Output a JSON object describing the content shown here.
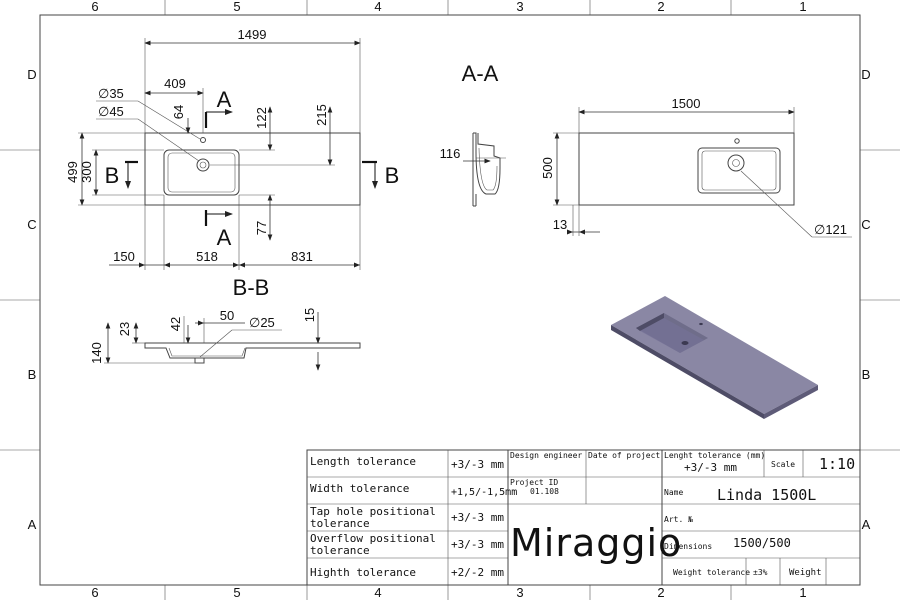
{
  "border_labels": {
    "top_numbers": [
      "6",
      "5",
      "4",
      "3",
      "2",
      "1"
    ],
    "side_letters": [
      "D",
      "C",
      "B",
      "A"
    ]
  },
  "top_view": {
    "dims": {
      "overall_length": "1499",
      "tap_offset": "409",
      "tap_hole_dia": "∅35",
      "overflow_dia": "∅45",
      "d64": "64",
      "d122": "122",
      "d215": "215",
      "depth_total": "499",
      "depth_bowl": "300",
      "d77": "77",
      "left_margin": "150",
      "bowl_width": "518",
      "right_margin": "831"
    },
    "section_a_top": "A",
    "section_a_bottom": "A",
    "section_b_left": "B",
    "section_b_right": "B"
  },
  "section_aa": {
    "title": "A-A",
    "dim_116": "116"
  },
  "right_view": {
    "length": "1500",
    "depth": "500",
    "edge": "13",
    "drain_dia": "∅121"
  },
  "section_bb": {
    "title": "B-B",
    "d23": "23",
    "d42": "42",
    "d50": "50",
    "drain_dia": "∅25",
    "d15": "15",
    "d140": "140"
  },
  "title_block": {
    "tolerances": [
      {
        "label": "Length tolerance",
        "value": "+3/-3 mm"
      },
      {
        "label": "Width tolerance",
        "value": "+1,5/-1,5mm"
      },
      {
        "label": "Tap hole positional tolerance",
        "value": "+3/-3 mm"
      },
      {
        "label": "Overflow positional tolerance",
        "value": "+3/-3 mm"
      },
      {
        "label": "Highth tolerance",
        "value": "+2/-2 mm"
      }
    ],
    "design_engineer_label": "Design engineer",
    "date_label": "Date of project",
    "project_id_label": "Project ID",
    "project_id_value": "01.108",
    "brand": "Miraggio",
    "length_tol_label": "Lenght tolerance (mm)",
    "length_tol_value": "+3/-3 mm",
    "scale_label": "Scale",
    "scale_value": "1:10",
    "name_label": "Name",
    "name_value": "Linda 1500L",
    "art_label": "Art. №",
    "dimensions_label": "Dimensions",
    "dimensions_value": "1500/500",
    "weight_tol_label": "Weight tolerance",
    "weight_tol_value": "±3%",
    "weight_label": "Weight"
  },
  "colors": {
    "render_surface": "#6f6d8a",
    "render_top": "#8a87a4",
    "render_edge": "#4e4c66"
  }
}
